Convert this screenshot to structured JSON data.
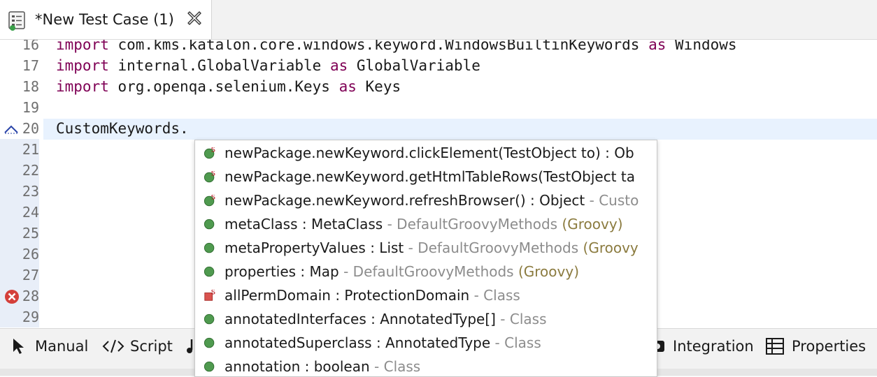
{
  "tab": {
    "title": "*New Test Case (1)",
    "icon": "test-case-icon"
  },
  "editor": {
    "lines": [
      {
        "num": "16",
        "tokens": [
          {
            "t": "import",
            "k": true
          },
          {
            "t": " com.kms.katalon.core.windows.keyword.WindowsBuiltinKeywords ",
            "k": false
          },
          {
            "t": "as",
            "k": true
          },
          {
            "t": " Windows",
            "k": false
          }
        ]
      },
      {
        "num": "17",
        "tokens": [
          {
            "t": "import",
            "k": true
          },
          {
            "t": " internal.GlobalVariable ",
            "k": false
          },
          {
            "t": "as",
            "k": true
          },
          {
            "t": " GlobalVariable",
            "k": false
          }
        ]
      },
      {
        "num": "18",
        "tokens": [
          {
            "t": "import",
            "k": true
          },
          {
            "t": " org.openqa.selenium.Keys ",
            "k": false
          },
          {
            "t": "as",
            "k": true
          },
          {
            "t": " Keys",
            "k": false
          }
        ]
      },
      {
        "num": "19",
        "tokens": []
      },
      {
        "num": "20",
        "tokens": [
          {
            "t": "CustomKeywords.",
            "k": false
          }
        ]
      },
      {
        "num": "21",
        "tokens": []
      },
      {
        "num": "22",
        "tokens": []
      },
      {
        "num": "23",
        "tokens": []
      },
      {
        "num": "24",
        "tokens": []
      },
      {
        "num": "25",
        "tokens": []
      },
      {
        "num": "26",
        "tokens": []
      },
      {
        "num": "27",
        "tokens": []
      },
      {
        "num": "28",
        "tokens": []
      },
      {
        "num": "29",
        "tokens": []
      }
    ],
    "current_line": "20",
    "error_line": "28"
  },
  "completion": [
    {
      "icon": "static-method-icon",
      "main": "newPackage.newKeyword.clickElement(TestObject to) : Ob",
      "sep": "",
      "src": "",
      "paren": ""
    },
    {
      "icon": "static-method-icon",
      "main": "newPackage.newKeyword.getHtmlTableRows(TestObject ta",
      "sep": "",
      "src": "",
      "paren": ""
    },
    {
      "icon": "static-method-icon",
      "main": "newPackage.newKeyword.refreshBrowser() : Object",
      "sep": " - ",
      "src": "Custo",
      "paren": ""
    },
    {
      "icon": "public-field-icon",
      "main": "metaClass : MetaClass",
      "sep": " - ",
      "src": "DefaultGroovyMethods",
      "paren": " (Groovy)"
    },
    {
      "icon": "public-field-icon",
      "main": "metaPropertyValues : List",
      "sep": " - ",
      "src": "DefaultGroovyMethods",
      "paren": " (Groovy"
    },
    {
      "icon": "public-field-icon",
      "main": "properties : Map",
      "sep": " - ",
      "src": "DefaultGroovyMethods",
      "paren": " (Groovy)"
    },
    {
      "icon": "private-static-field-icon",
      "main": "allPermDomain : ProtectionDomain",
      "sep": " - ",
      "src": "Class",
      "paren": ""
    },
    {
      "icon": "public-field-icon",
      "main": "annotatedInterfaces : AnnotatedType[]",
      "sep": " - ",
      "src": "Class",
      "paren": ""
    },
    {
      "icon": "public-field-icon",
      "main": "annotatedSuperclass : AnnotatedType",
      "sep": " - ",
      "src": "Class",
      "paren": ""
    },
    {
      "icon": "public-field-icon",
      "main": "annotation : boolean",
      "sep": " - ",
      "src": "Class",
      "paren": ""
    }
  ],
  "bottom_tabs": {
    "manual": "Manual",
    "script": "Script",
    "integration": "Integration",
    "properties": "Properties"
  },
  "colors": {
    "keyword": "#7f0055",
    "current_line": "#e8f2fe",
    "field_green": "#4f9a4f",
    "static_marker": "#b5121b"
  }
}
